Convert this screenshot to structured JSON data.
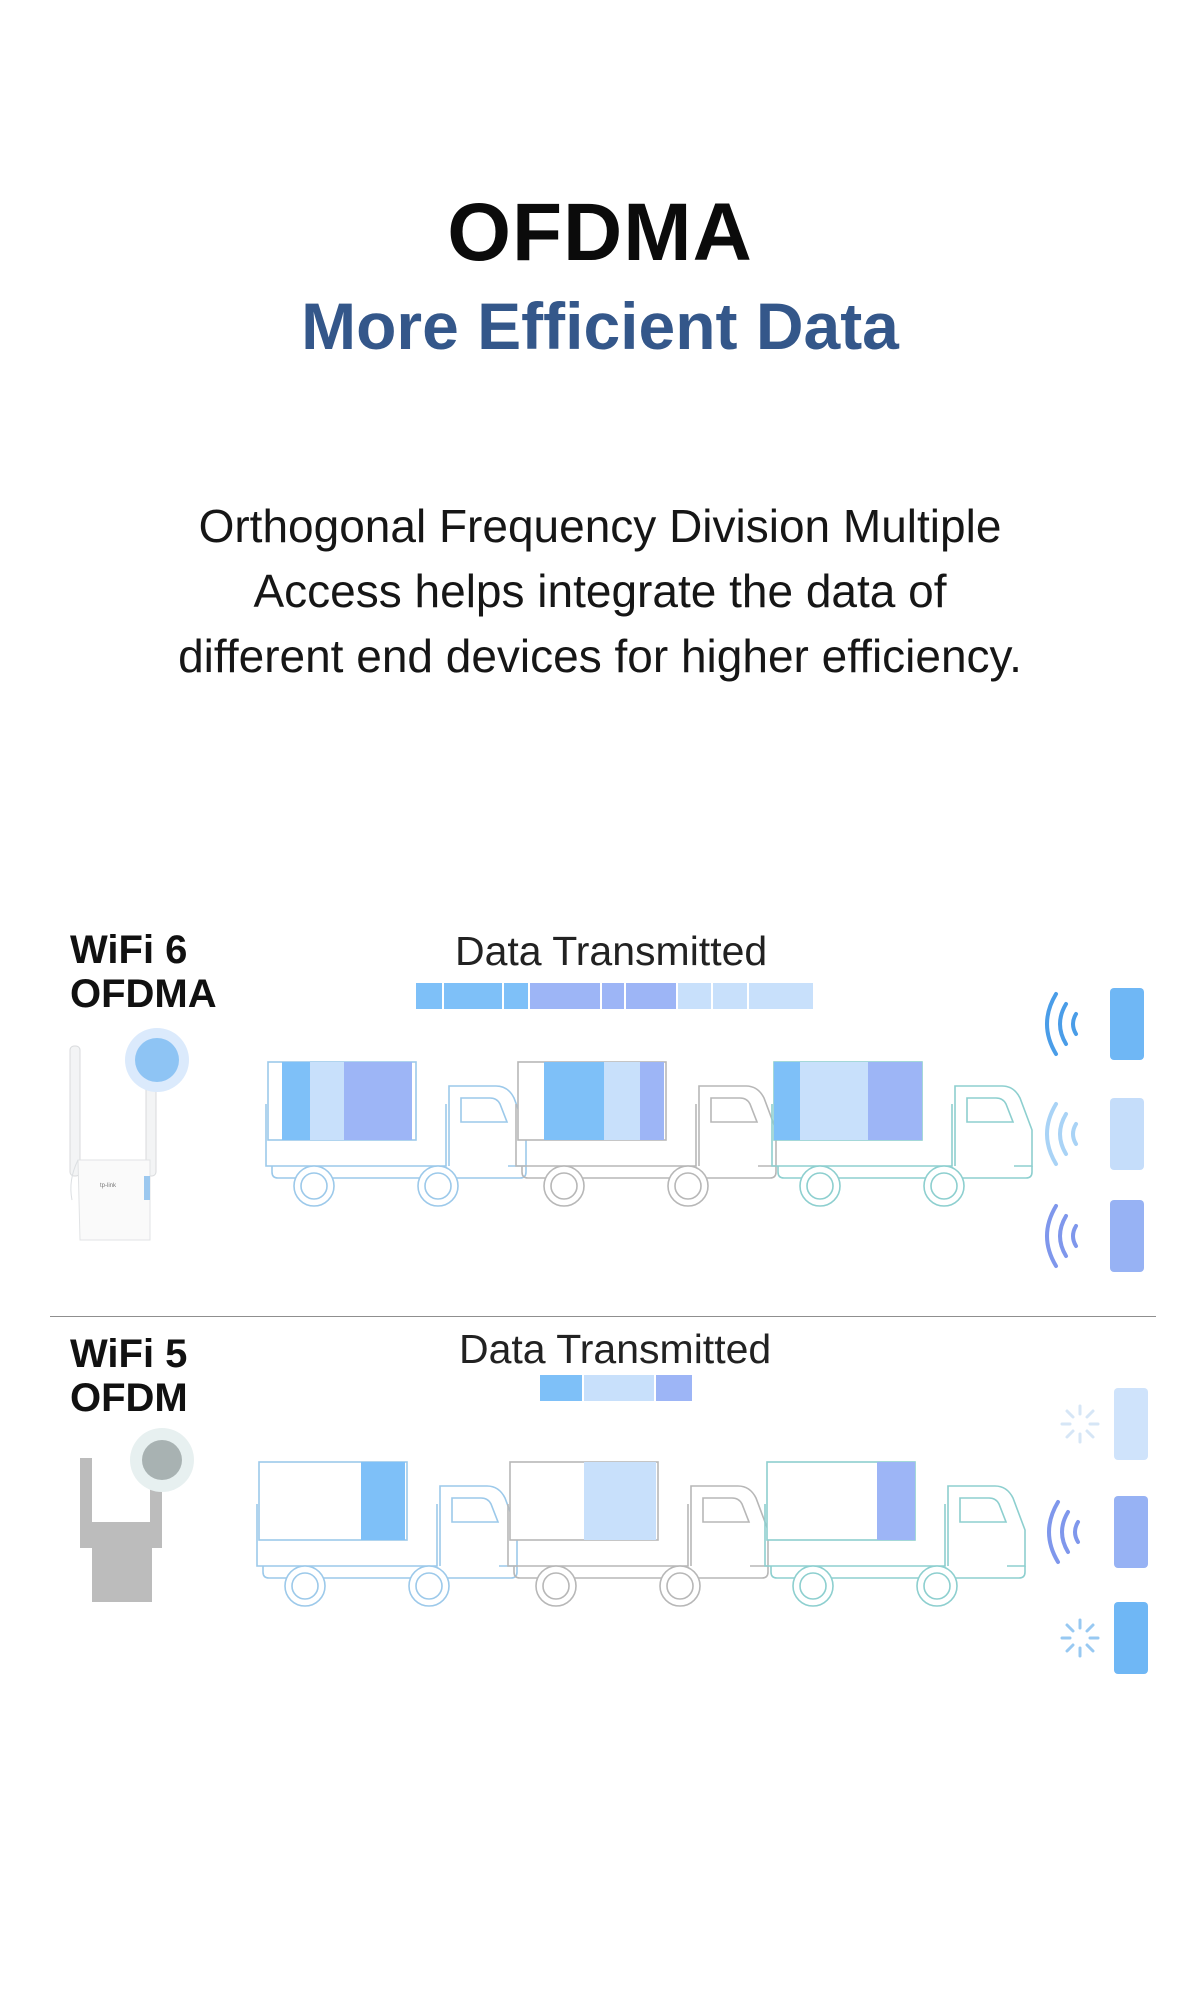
{
  "header": {
    "title": "OFDMA",
    "subtitle": "More Efficient Data"
  },
  "description": "Orthogonal Frequency Division Multiple Access helps integrate the data of different end devices for higher efficiency.",
  "wifi6": {
    "label_line1": "WiFi 6",
    "label_line2": "OFDMA",
    "data_label": "Data Transmitted"
  },
  "wifi5": {
    "label_line1": "WiFi 5",
    "label_line2": "OFDM",
    "data_label": "Data Transmitted"
  },
  "device_logo": "tp-link",
  "colors": {
    "title": "#0b0b0b",
    "subtitle": "#34578a",
    "blue_data": "#7ec0f8",
    "light_data": "#c8e0fb",
    "violet_data": "#9db5f6",
    "truck_outline": "#9cc9ea"
  }
}
